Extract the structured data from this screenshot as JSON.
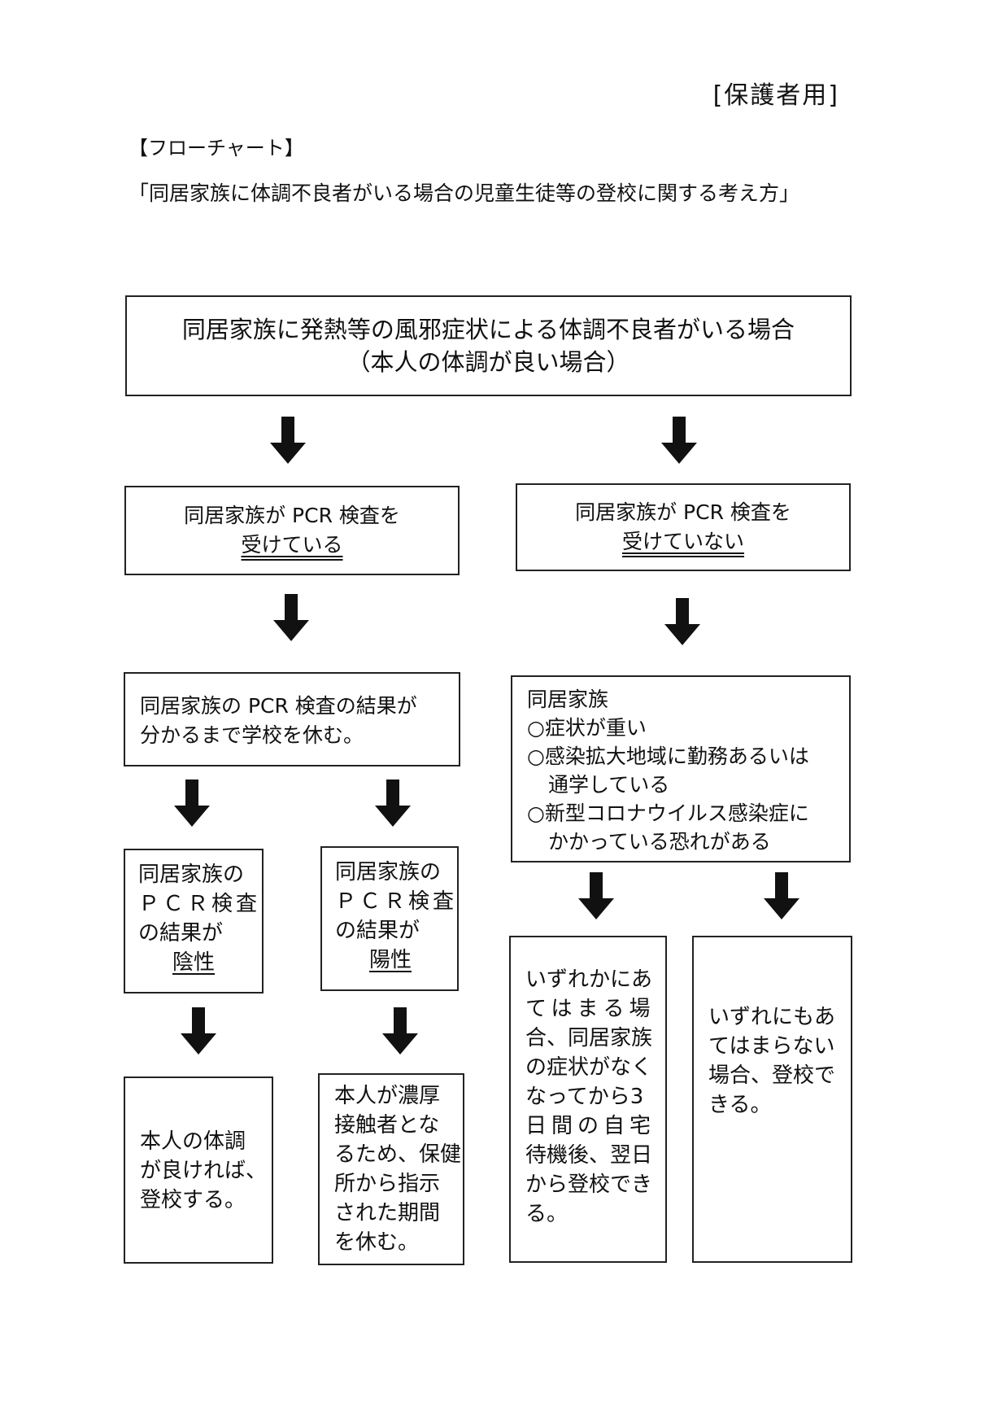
{
  "header": {
    "audience_label": "[保護者用]",
    "section_label": "【フローチャート】",
    "title": "「同居家族に体調不良者がいる場合の児童生徒等の登校に関する考え方」"
  },
  "flow": {
    "start": {
      "line1": "同居家族に発熱等の風邪症状による体調不良者がいる場合",
      "line2": "（本人の体調が良い場合）"
    },
    "pcr_taken": {
      "line1": "同居家族が PCR 検査を",
      "line2": "受けている"
    },
    "pcr_not_taken": {
      "line1": "同居家族が PCR 検査を",
      "line2": "受けていない"
    },
    "wait_result": {
      "line1": "同居家族の PCR 検査の結果が",
      "line2": "分かるまで学校を休む。"
    },
    "conditions": {
      "heading": "同居家族",
      "items": [
        "○症状が重い",
        "○感染拡大地域に勤務あるいは",
        "通学している",
        "○新型コロナウイルス感染症に",
        "かかっている恐れがある"
      ]
    },
    "negative": {
      "line1": "同居家族の",
      "line2": "ＰＣＲ検査",
      "line3": "の結果が",
      "line4": "陰性"
    },
    "positive": {
      "line1": "同居家族の",
      "line2": "ＰＣＲ検査",
      "line3": "の結果が",
      "line4": "陽性"
    },
    "negative_outcome": {
      "line1": "本人の体調",
      "line2": "が良ければ、",
      "line3": "登校する。"
    },
    "positive_outcome": {
      "line1": "本人が濃厚",
      "line2": "接触者とな",
      "line3": "るため、保健",
      "line4": "所から指示",
      "line5": "された期間",
      "line6": "を休む。"
    },
    "any_applies": {
      "line1": "いずれかにあ",
      "line2": "てはまる場",
      "line3": "合、同居家族",
      "line4": "の症状がなく",
      "line5": "なってから3",
      "line6": "日間の自宅",
      "line7": "待機後、翌日",
      "line8": "から登校でき",
      "line9": "る。"
    },
    "none_applies": {
      "line1": "いずれにもあ",
      "line2": "てはまらない",
      "line3": "場合、登校で",
      "line4": "きる。"
    }
  }
}
